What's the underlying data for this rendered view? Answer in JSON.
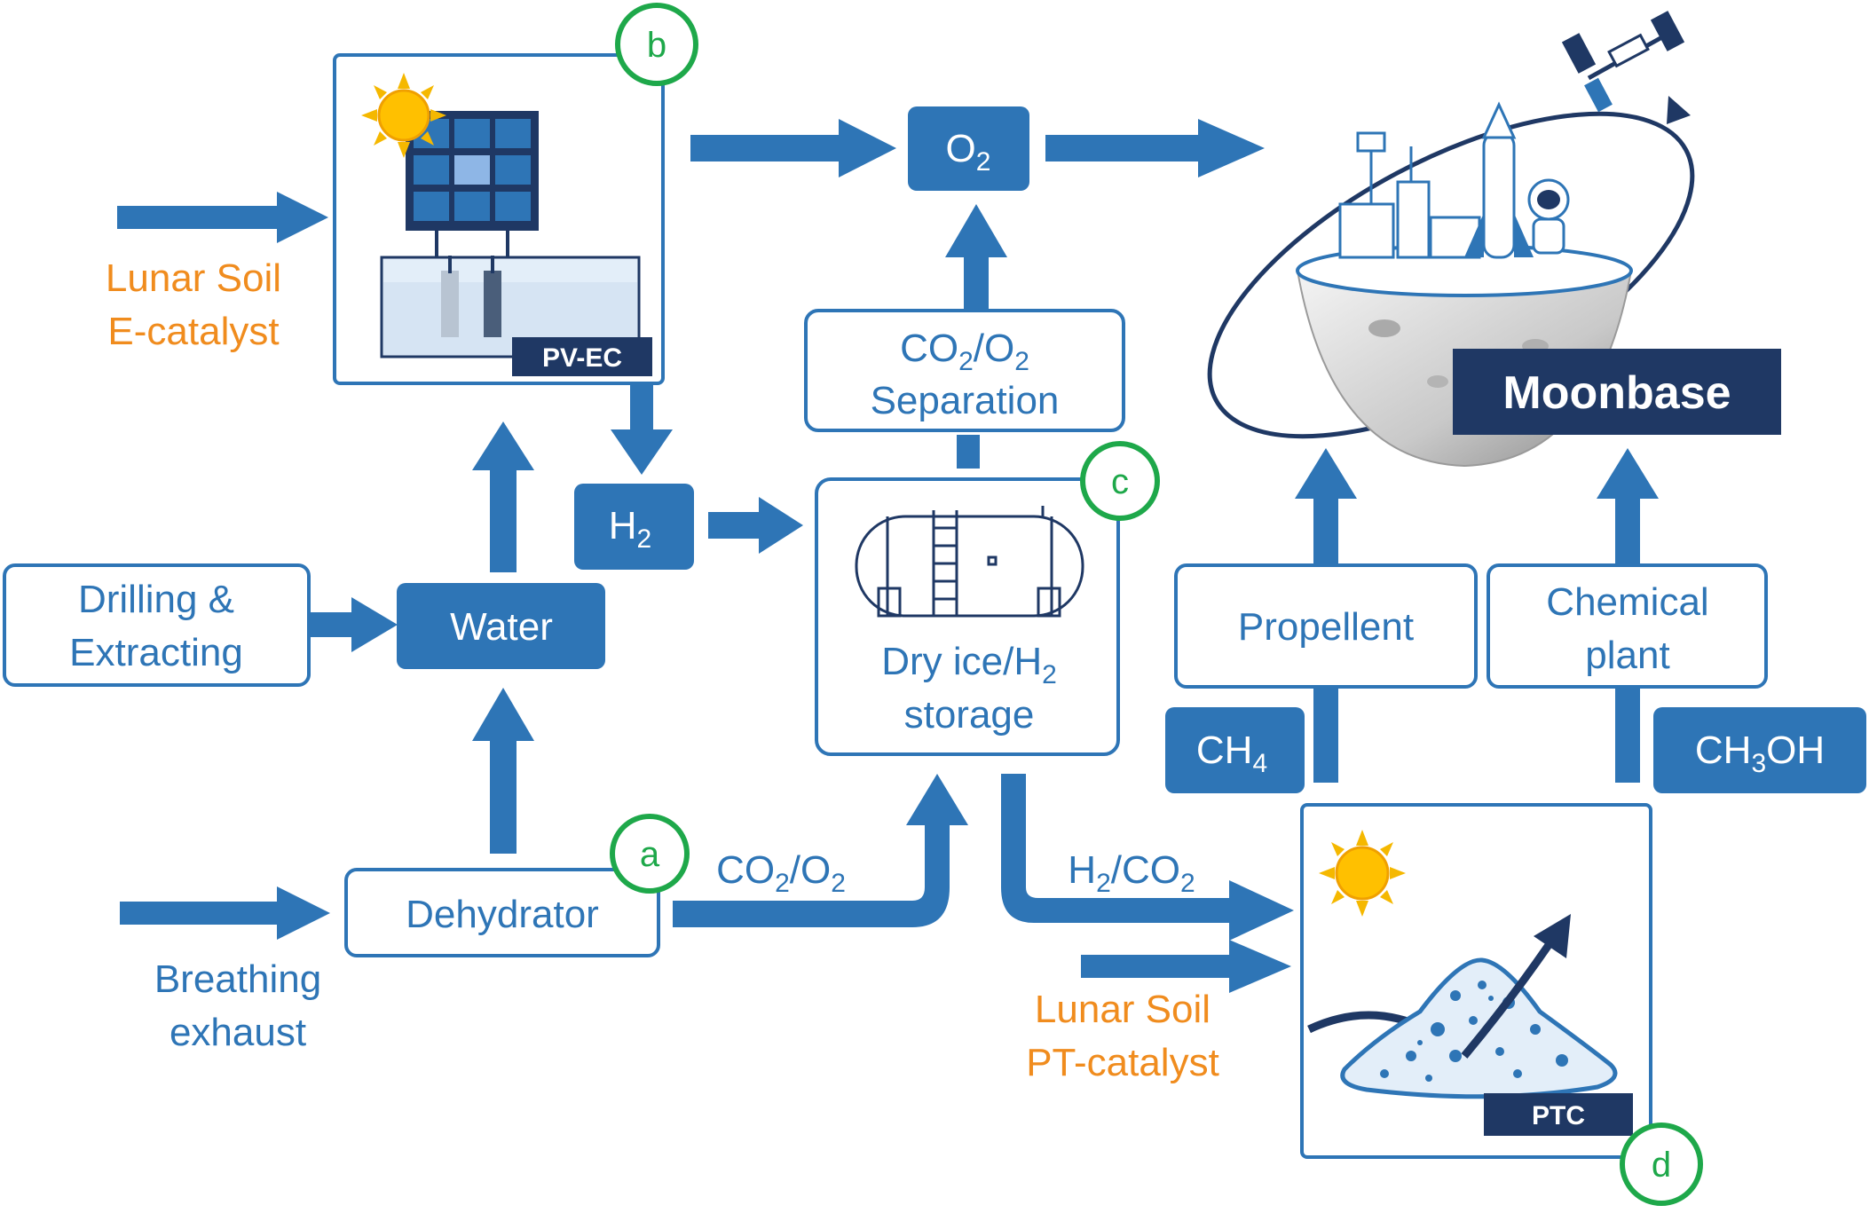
{
  "colors": {
    "primary_blue": "#2E75B6",
    "dark_navy": "#1F3864",
    "orange": "#F08C1E",
    "green": "#1EA84A",
    "white": "#FFFFFF"
  },
  "units": {
    "pvec": {
      "tag": "PV-EC",
      "circle": "b",
      "input_line1": "Lunar Soil",
      "input_line2": "E-catalyst"
    },
    "storage": {
      "circle": "c",
      "line1_main": "Dry ice/H",
      "line1_sub": "2",
      "line2": "storage"
    },
    "dehydrator": {
      "label": "Dehydrator",
      "circle": "a",
      "input_line1": "Breathing",
      "input_line2": "exhaust"
    },
    "ptc": {
      "tag": "PTC",
      "circle": "d",
      "input_line1": "Lunar Soil",
      "input_line2": "PT-catalyst"
    }
  },
  "nodes": {
    "o2": {
      "main": "O",
      "sub": "2"
    },
    "h2": {
      "main": "H",
      "sub": "2"
    },
    "water": {
      "label": "Water"
    },
    "drilling": {
      "line1": "Drilling &",
      "line2": "Extracting"
    },
    "separation": {
      "line1_a": "CO",
      "line1_b": "2",
      "line1_c": "/O",
      "line1_d": "2",
      "line2": "Separation"
    },
    "propellent": {
      "label": "Propellent"
    },
    "chemical": {
      "line1": "Chemical",
      "line2": "plant"
    },
    "ch4": {
      "main": "CH",
      "sub": "4"
    },
    "ch3oh": {
      "a": "CH",
      "b": "3",
      "c": "OH"
    },
    "moonbase": {
      "label": "Moonbase"
    }
  },
  "flows": {
    "co2_o2": {
      "a": "CO",
      "b": "2",
      "c": "/O",
      "d": "2"
    },
    "h2_co2": {
      "a": "H",
      "b": "2",
      "c": "/CO",
      "d": "2"
    }
  }
}
